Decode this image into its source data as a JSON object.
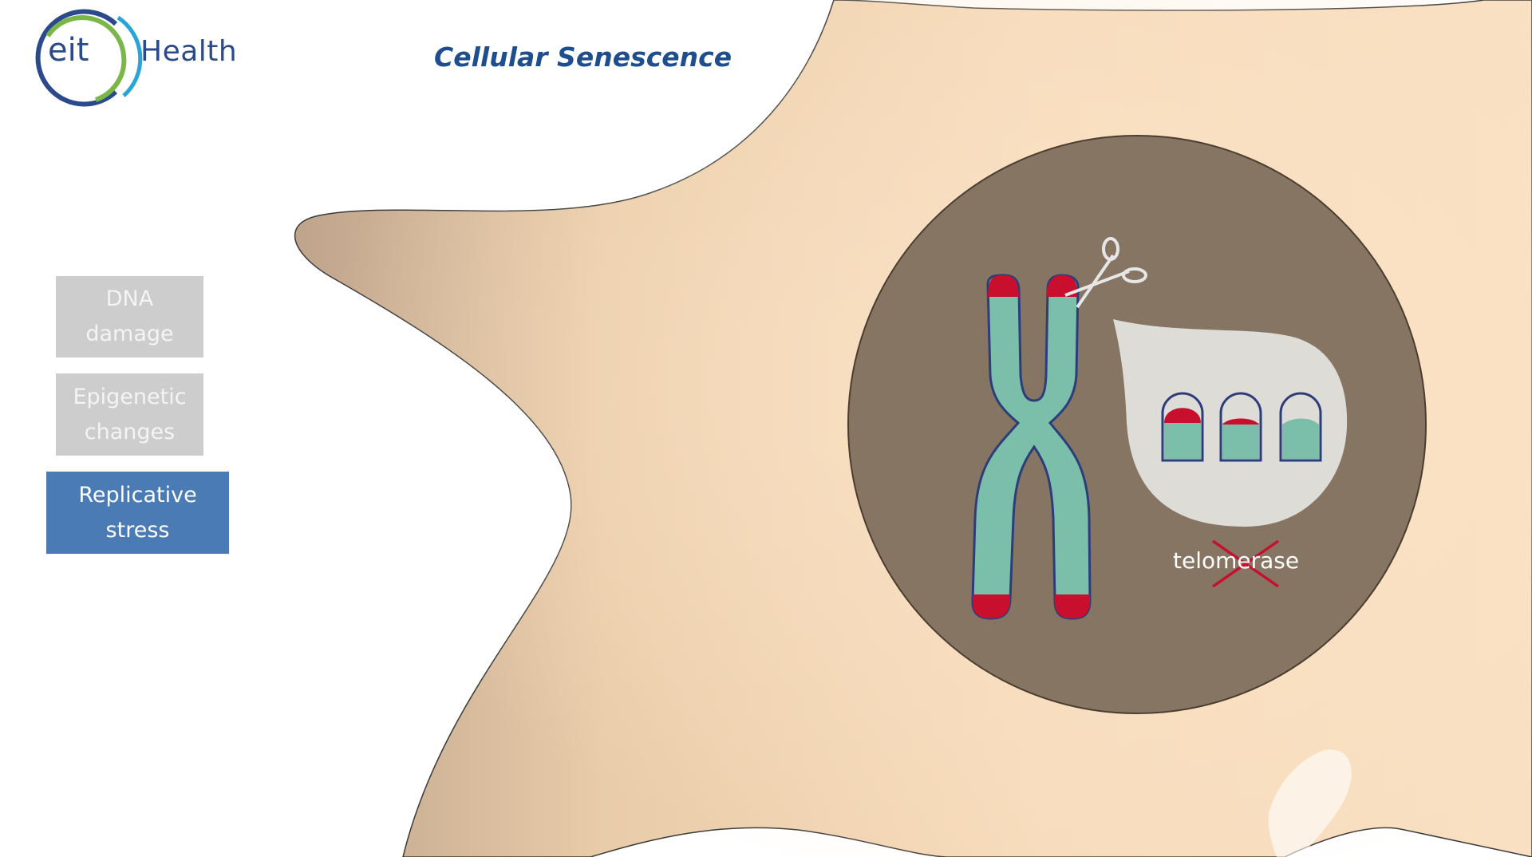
{
  "header": {
    "logo_eit": "eit",
    "logo_health": "Health",
    "title": "Cellular Senescence"
  },
  "menu": {
    "items": [
      {
        "line1": "DNA",
        "line2": "damage",
        "active": false
      },
      {
        "line1": "Epigenetic",
        "line2": "changes",
        "active": false
      },
      {
        "line1": "Replicative",
        "line2": "stress",
        "active": true
      }
    ]
  },
  "illustration": {
    "enzyme_label": "telomerase",
    "enzyme_crossed_out": true,
    "icons": [
      "scissors-icon",
      "chromosome-icon",
      "cross-mark-icon"
    ]
  },
  "colors": {
    "cell": "#f7dcbc",
    "nucleus": "#867563",
    "chromosome": "#7bbfaa",
    "telomere": "#c8102e",
    "outline": "#2d3d7a",
    "active_menu": "#4a7bb5",
    "inactive_menu": "#cdcdcd",
    "title": "#1f4e8f"
  }
}
